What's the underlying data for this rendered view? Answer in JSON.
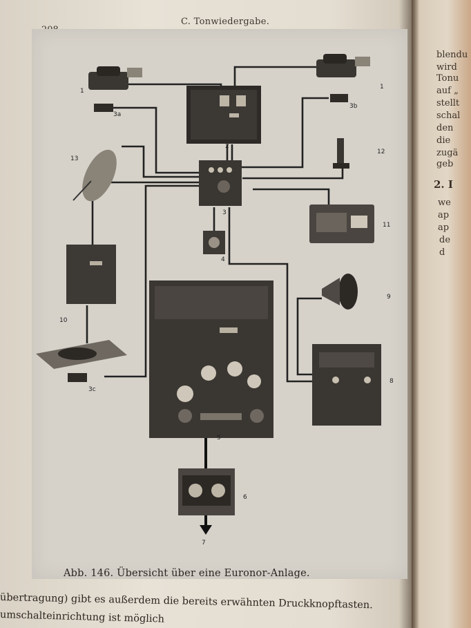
{
  "header": {
    "page_number": "208",
    "running_head": "C. Tonwiedergabe."
  },
  "figure": {
    "caption": "Abb. 146. Übersicht über eine Euronor-Anlage.",
    "labels": {
      "l1a": "1",
      "l1b": "1",
      "l2": "2",
      "l3": "3",
      "l3a": "3a",
      "l3b": "3b",
      "l3c": "3c",
      "l4": "4",
      "l5": "5",
      "l6": "6",
      "l7": "7",
      "l8": "8",
      "l9": "9",
      "l10": "10",
      "l11": "11",
      "l12": "12",
      "l13": "13"
    }
  },
  "body_text": {
    "line1": "übertragung) gibt es außerdem die bereits erwähnten Druckknopftasten.",
    "line2": "umschalteinrichtung ist möglich"
  },
  "right_page": {
    "lines": [
      "blendu",
      "wird",
      "Tonu",
      "auf „",
      "stellt",
      "schal",
      "den",
      "die",
      "zugä",
      "geb",
      "2. I",
      "we",
      "ap",
      "ap",
      "de",
      "d"
    ]
  }
}
